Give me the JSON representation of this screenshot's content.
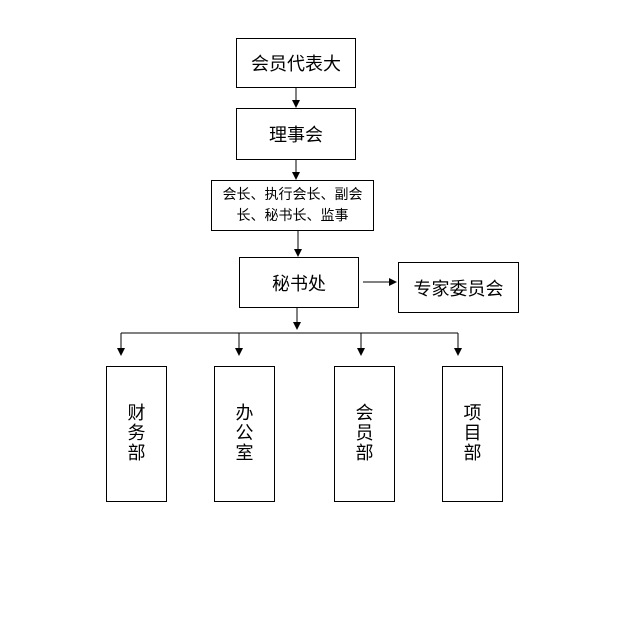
{
  "diagram": {
    "nodes": {
      "congress": "会员代表大",
      "council": "理事会",
      "leaders": "会长、执行会长、副会长、秘书长、监事",
      "secretariat": "秘书处",
      "experts": "专家委员会",
      "finance": "财务部",
      "office": "办公室",
      "membership": "会员部",
      "projects": "项目部"
    }
  }
}
